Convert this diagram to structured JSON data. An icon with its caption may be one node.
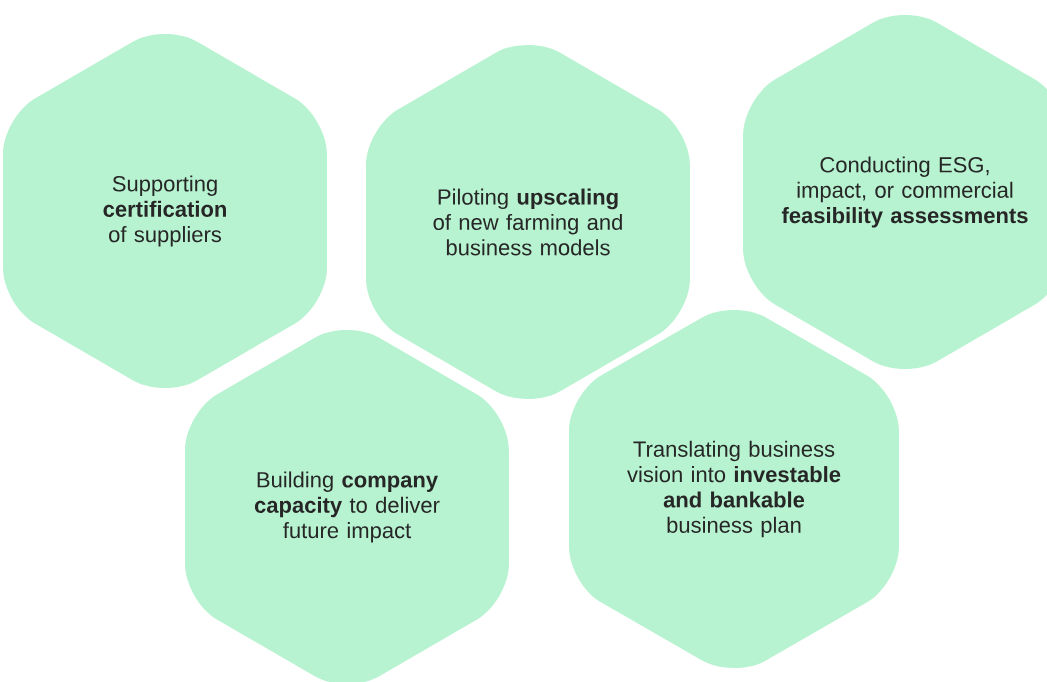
{
  "diagram": {
    "nodes": [
      {
        "text": [
          "Supporting **certification** of suppliers"
        ]
      },
      {
        "text": [
          "Piloting **upscaling** of new farming and business models"
        ]
      },
      {
        "text": [
          "Conducting ESG, impact, or commercial **feasibility assessments**"
        ]
      },
      {
        "text": [
          "Building **company capacity** to deliver future impact"
        ]
      },
      {
        "text": [
          "Translating business vision into **investable and bankable** business plan"
        ]
      }
    ]
  }
}
